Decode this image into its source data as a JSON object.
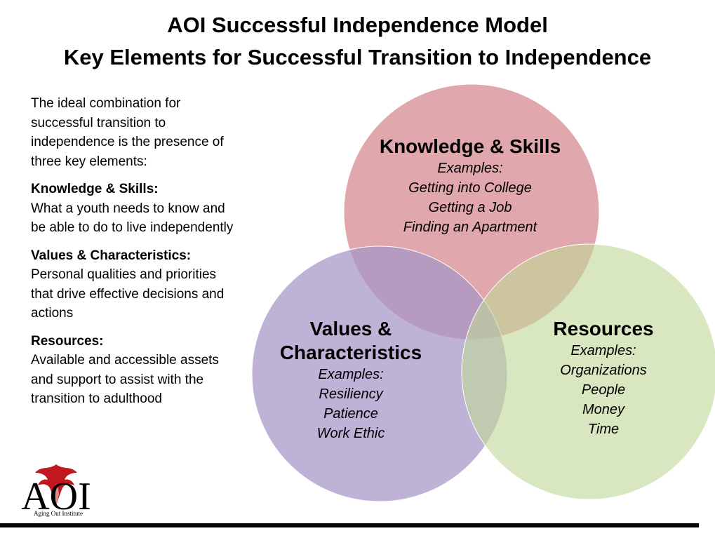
{
  "header": {
    "title": "AOI Successful Independence Model",
    "subtitle": "Key Elements for Successful Transition to Independence"
  },
  "intro": "The ideal combination for successful transition to independence is the presence of three key elements:",
  "definitions": [
    {
      "title": "Knowledge & Skills:",
      "text": "What a youth needs to know and be able to do to live independently"
    },
    {
      "title": "Values & Characteristics:",
      "text": "Personal qualities and priorities that drive effective decisions and actions"
    },
    {
      "title": "Resources:",
      "text": "Available and accessible assets and support to assist with the transition to adulthood"
    }
  ],
  "circles": {
    "knowledge": {
      "title": "Knowledge & Skills",
      "examples_label": "Examples:",
      "examples": [
        "Getting into College",
        "Getting a Job",
        "Finding an Apartment"
      ],
      "color": "#d9949a"
    },
    "values": {
      "title_line1": "Values &",
      "title_line2": "Characteristics",
      "examples_label": "Examples:",
      "examples": [
        "Resiliency",
        "Patience",
        "Work Ethic"
      ],
      "color": "#a596c6"
    },
    "resources": {
      "title": "Resources",
      "examples_label": "Examples:",
      "examples": [
        "Organizations",
        "People",
        "Money",
        "Time"
      ],
      "color": "#c2d89a"
    }
  },
  "logo": {
    "text": "AOI",
    "tagline": "Aging Out Institute",
    "color": "#c0181e"
  }
}
